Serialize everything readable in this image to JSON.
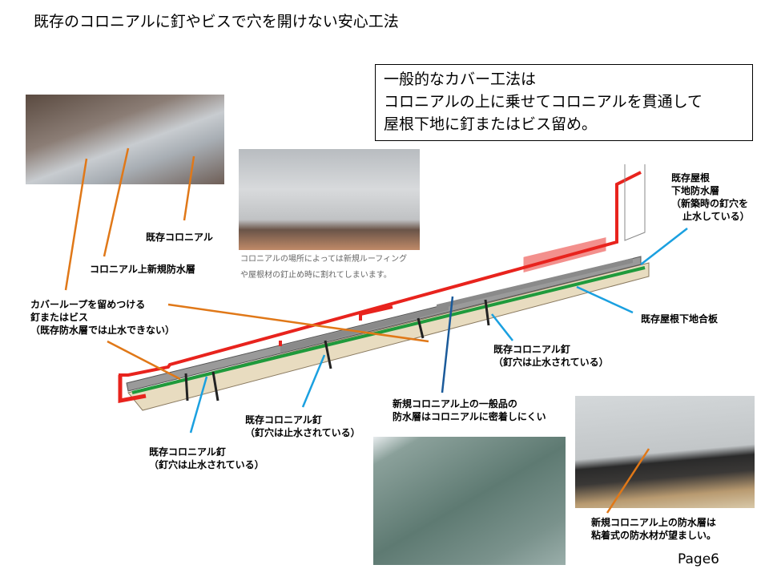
{
  "title": "既存のコロニアルに釘やビスで穴を開けない安心工法",
  "callout_box": {
    "lines": [
      "一般的なカバー工法は",
      "コロニアルの上に乗せてコロニアルを貫通して",
      "屋根下地に釘またはビス留め。"
    ]
  },
  "photo_caption": [
    "コロニアルの場所によっては新規ルーフィング",
    "や屋根材の釘止め時に割れてしまいます。"
  ],
  "labels": {
    "existing_colonial": "既存コロニアル",
    "new_waterproof": "コロニアル上新規防水層",
    "cover_nail": [
      "カバーループを留めつける",
      "釘またはビス",
      "（既存防水層では止水できない）"
    ],
    "existing_underlay": [
      "既存屋根",
      "下地防水層",
      "（新築時の釘穴を",
      "止水している）"
    ],
    "existing_plywood": "既存屋根下地合板",
    "nail_right": [
      "既存コロニアル釘",
      "（釘穴は止水されている）"
    ],
    "nail_middle": [
      "既存コロニアル釘",
      "（釘穴は止水されている）"
    ],
    "nail_left": [
      "既存コロニアル釘",
      "（釘穴は止水されている）"
    ],
    "general_product": [
      "新規コロニアル上の一般品の",
      "防水層はコロニアルに密着しにくい"
    ],
    "adhesive": [
      "新規コロニアル上の防水層は",
      "粘着式の防水材が望ましい。"
    ]
  },
  "page_label": "Page6",
  "colors": {
    "cover": "#e8231d",
    "green": "#1f9a3c",
    "plywood": "#e8dcc0",
    "colonial": "#9a9a9a",
    "orange": "#e07818",
    "blue": "#1aa0e0"
  }
}
